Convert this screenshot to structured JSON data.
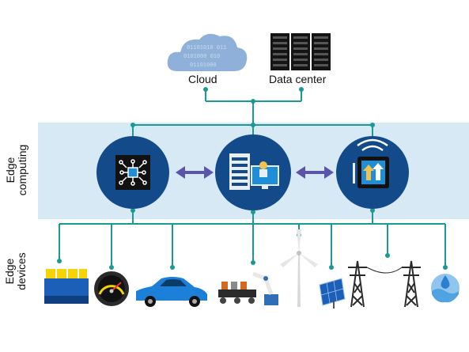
{
  "labels": {
    "cloud": "Cloud",
    "data_center": "Data center",
    "edge_computing_1": "Edge",
    "edge_computing_2": "computing",
    "edge_devices_1": "Edge",
    "edge_devices_2": "devices",
    "cloud_binary_1": "01101010 011",
    "cloud_binary_2": "0101000 010",
    "cloud_binary_3": "01101000"
  },
  "colors": {
    "band": "#d6e9f5",
    "node": "#124a8a",
    "link": "#1b9a94",
    "arrow": "#5a55a8",
    "cloud": "#8fb1d9"
  },
  "edge_nodes": [
    {
      "name": "processor-chip-icon"
    },
    {
      "name": "server-rack-monitor-icon"
    },
    {
      "name": "wireless-tablet-icon"
    }
  ],
  "devices": [
    {
      "name": "battery-pack-icon"
    },
    {
      "name": "speedometer-gauge-icon"
    },
    {
      "name": "car-icon"
    },
    {
      "name": "factory-robot-arm-icon"
    },
    {
      "name": "wind-turbine-icon"
    },
    {
      "name": "solar-panel-icon"
    },
    {
      "name": "power-tower-icon"
    },
    {
      "name": "power-tower-icon-2"
    },
    {
      "name": "water-drop-icon"
    }
  ]
}
